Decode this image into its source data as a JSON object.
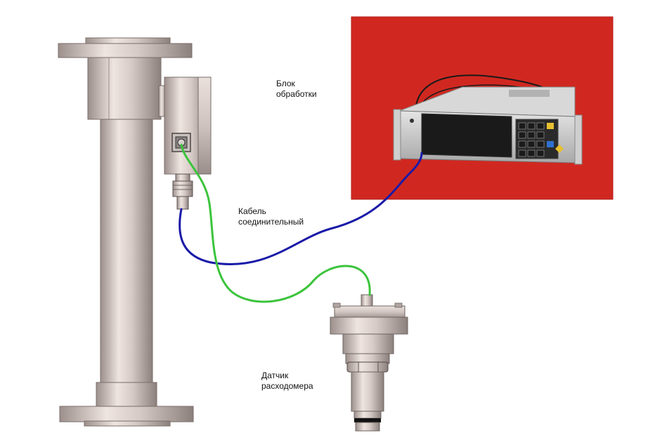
{
  "labels": {
    "processing_unit": [
      "Блок",
      "обработки"
    ],
    "connecting_cable": [
      "Кабель",
      "соединительный"
    ],
    "flowmeter_sensor": [
      "Датчик",
      "расходомера"
    ]
  },
  "colors": {
    "background": "#ffffff",
    "red_panel": "#d02820",
    "cable_blue": "#1a1aa8",
    "cable_green": "#3cc43c",
    "metal_light": "#e2d6d2",
    "metal_mid": "#b8aaa6",
    "metal_dark": "#8a7e7a"
  }
}
